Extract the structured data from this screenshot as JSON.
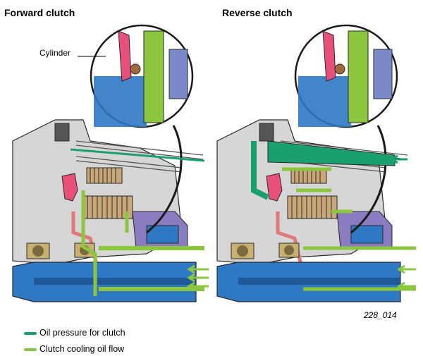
{
  "titles": {
    "left": "Forward clutch",
    "right": "Reverse clutch"
  },
  "callout": {
    "label": "Cylinder"
  },
  "figure_id": "228_014",
  "legend": [
    {
      "label": "Oil pressure for clutch",
      "color": "#1aa06e"
    },
    {
      "label": "Clutch cooling oil flow",
      "color": "#8cc63f"
    }
  ],
  "colors": {
    "pressure": "#1aa06e",
    "cooling": "#8cc63f",
    "housing": "#d2d2d2",
    "outline": "#2a2a2a",
    "shaft": "#2f78c4",
    "piston": "#e8507a",
    "feed": "#e07a7a",
    "planet": "#7a6bb0",
    "discs": "#c8a878",
    "bearing": "#c8b070"
  }
}
